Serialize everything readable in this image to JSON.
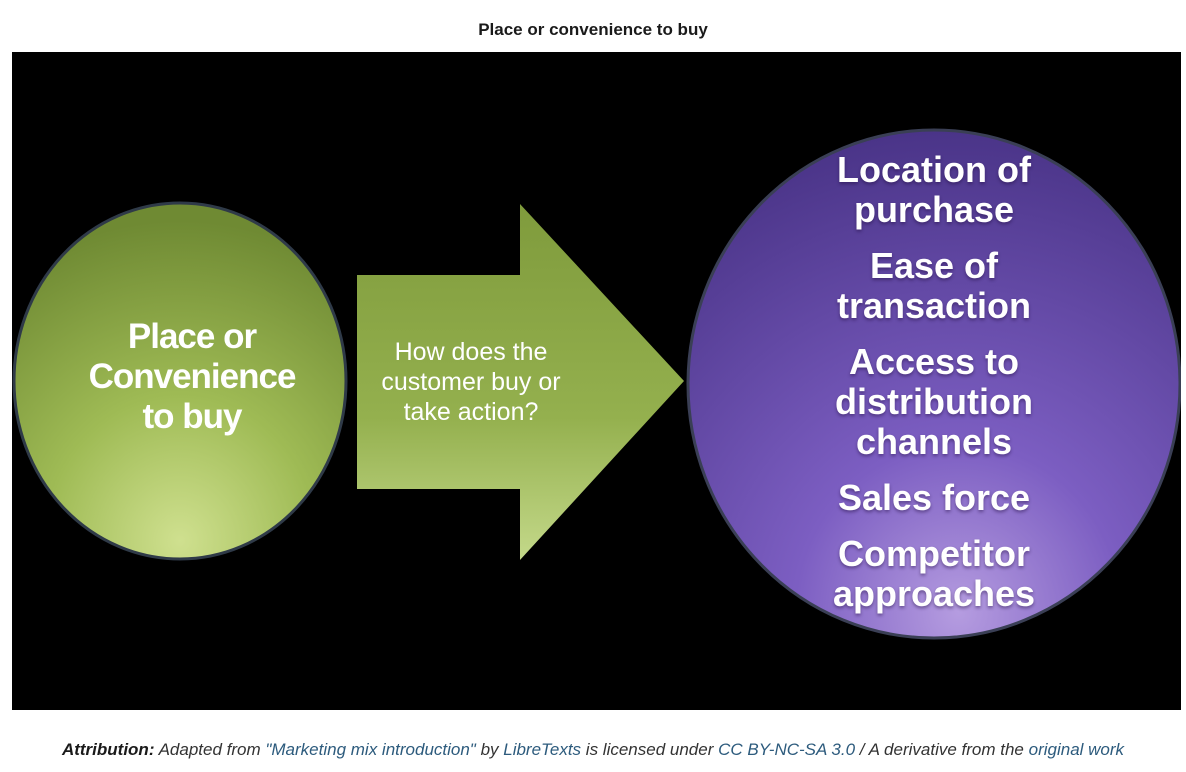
{
  "title": "Place or convenience to buy",
  "diagram": {
    "left_circle": {
      "lines": [
        "Place or",
        "Convenience",
        "to buy"
      ]
    },
    "arrow": {
      "lines": [
        "How does the",
        "customer buy or",
        "take action?"
      ]
    },
    "right_circle": {
      "items": [
        [
          "Location of",
          "purchase"
        ],
        [
          "Ease of",
          "transaction"
        ],
        [
          "Access to",
          "distribution",
          "channels"
        ],
        [
          "Sales force"
        ],
        [
          "Competitor",
          "approaches"
        ]
      ]
    },
    "colors": {
      "background": "#000000",
      "green_circle": "#8aa544",
      "arrow": "#8faa49",
      "purple_circle": "#5a3f9a"
    }
  },
  "attribution": {
    "label": "Attribution:",
    "text_1": " Adapted from ",
    "link_1": "\"Marketing mix introduction\"",
    "text_2": " by ",
    "link_2": "LibreTexts",
    "text_3": " is licensed under ",
    "link_3": "CC BY-NC-SA 3.0",
    "text_4": " / A derivative from the ",
    "link_4": "original work"
  }
}
